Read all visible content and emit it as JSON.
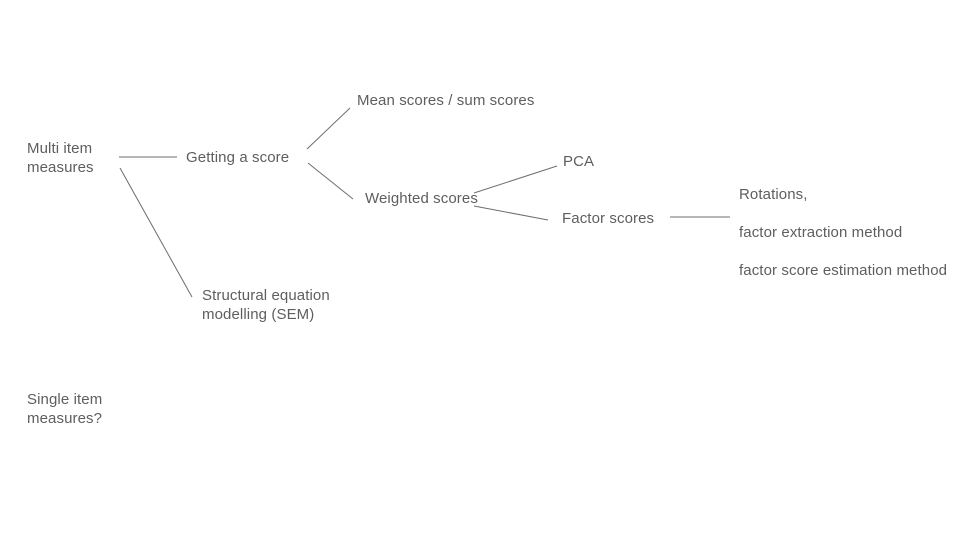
{
  "diagram": {
    "colors": {
      "background": "#ffffff",
      "text": "#5e5e5e",
      "line": "#6e6e6e"
    },
    "nodes": {
      "multi_item_measures": "Multi item\nmeasures",
      "getting_a_score": "Getting a score",
      "mean_sum_scores": "Mean scores / sum scores",
      "weighted_scores": "Weighted scores",
      "pca": "PCA",
      "factor_scores": "Factor scores",
      "factor_details": "Rotations,\n\nfactor extraction method\n\nfactor score estimation method",
      "sem": "Structural equation\nmodelling (SEM)",
      "single_item_measures": "Single item\nmeasures?"
    },
    "edges": [
      "multi_item_measures -> getting_a_score",
      "multi_item_measures -> sem",
      "getting_a_score -> mean_sum_scores",
      "getting_a_score -> weighted_scores",
      "weighted_scores -> pca",
      "weighted_scores -> factor_scores",
      "factor_scores -> factor_details"
    ]
  }
}
